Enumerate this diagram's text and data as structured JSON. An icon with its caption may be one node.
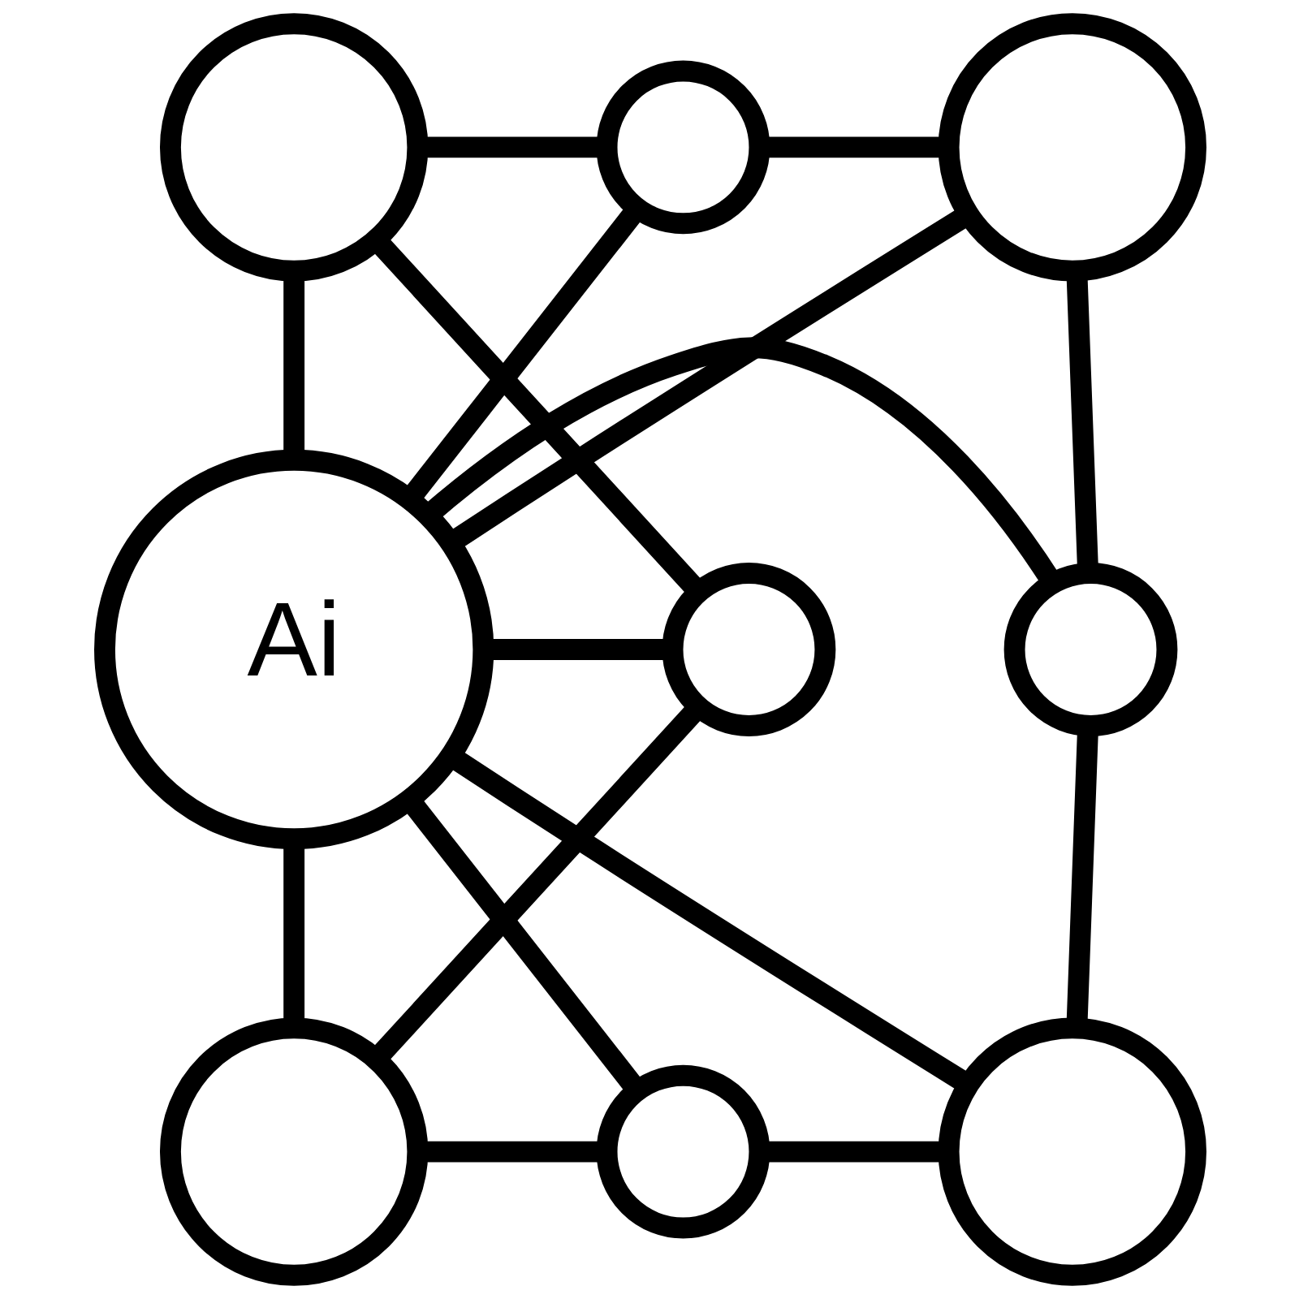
{
  "diagram": {
    "nodes": [
      {
        "text": [],
        "shape": "circle"
      },
      {
        "text": [],
        "shape": "circle"
      },
      {
        "text": [],
        "shape": "circle"
      },
      {
        "text": [],
        "shape": "circle"
      },
      {
        "text": [
          "Ai"
        ]
      },
      {
        "text": [],
        "shape": "circle"
      },
      {
        "text": [],
        "shape": "circle"
      },
      {
        "text": [],
        "shape": "circle"
      },
      {
        "text": [],
        "shape": "circle"
      }
    ],
    "edges": [
      {
        "from": 0,
        "to": 1,
        "arrow": "none"
      },
      {
        "from": 1,
        "to": 2,
        "arrow": "none"
      },
      {
        "from": 0,
        "to": 3,
        "arrow": "none"
      },
      {
        "from": 2,
        "to": 5,
        "arrow": "none"
      },
      {
        "from": 3,
        "to": 6,
        "arrow": "none"
      },
      {
        "from": 5,
        "to": 8,
        "arrow": "none"
      },
      {
        "from": 6,
        "to": 7,
        "arrow": "none"
      },
      {
        "from": 7,
        "to": 8,
        "arrow": "none"
      },
      {
        "from": 4,
        "to": 0,
        "arrow": "none"
      },
      {
        "from": 4,
        "to": 1,
        "arrow": "none"
      },
      {
        "from": 4,
        "to": 2,
        "arrow": "none"
      },
      {
        "from": 4,
        "to": 3,
        "arrow": "none"
      },
      {
        "from": 4,
        "to": 5,
        "arrow": "none"
      },
      {
        "from": 4,
        "to": 6,
        "arrow": "none"
      },
      {
        "from": 4,
        "to": 7,
        "arrow": "none"
      },
      {
        "from": 4,
        "to": 8,
        "arrow": "none"
      }
    ]
  }
}
